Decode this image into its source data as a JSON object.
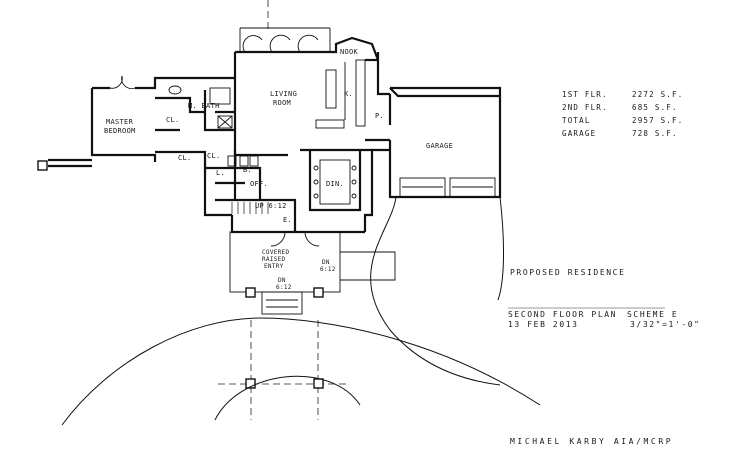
{
  "rooms": {
    "living_room": [
      "LIVING",
      "ROOM"
    ],
    "nook": "NOOK",
    "kitchen_k": "K.",
    "pantry_p": "P.",
    "master_bedroom": [
      "MASTER",
      "BEDROOM"
    ],
    "master_bath": "M. BATH",
    "closet_master": "CL.",
    "closet_hall": "CL.",
    "closet_small": "CL.",
    "laundry_l": "L.",
    "bath_b": "B.",
    "office": "OFF.",
    "dining": "DIN.",
    "garage": "GARAGE",
    "entry_e": "E.",
    "stair_up": "UP 6:12",
    "covered_entry": [
      "COVERED",
      "RAISED",
      "ENTRY"
    ],
    "down_ramp_right": [
      "DN",
      "6:12"
    ],
    "down_ramp_front": [
      "DN",
      "6:12"
    ]
  },
  "areas": [
    {
      "label": "1ST FLR.",
      "value": "2272 S.F."
    },
    {
      "label": "2ND FLR.",
      "value": "685 S.F."
    },
    {
      "label": "TOTAL",
      "value": "2957 S.F."
    },
    {
      "label": "GARAGE",
      "value": "728 S.F."
    }
  ],
  "title_block": {
    "project": "PROPOSED RESIDENCE",
    "sheet": "SECOND FLOOR PLAN",
    "scheme": "SCHEME E",
    "date": "13 FEB 2013",
    "scale": "3/32\"=1'-0\"",
    "designer": "MICHAEL KARBY AIA/MCRP"
  }
}
